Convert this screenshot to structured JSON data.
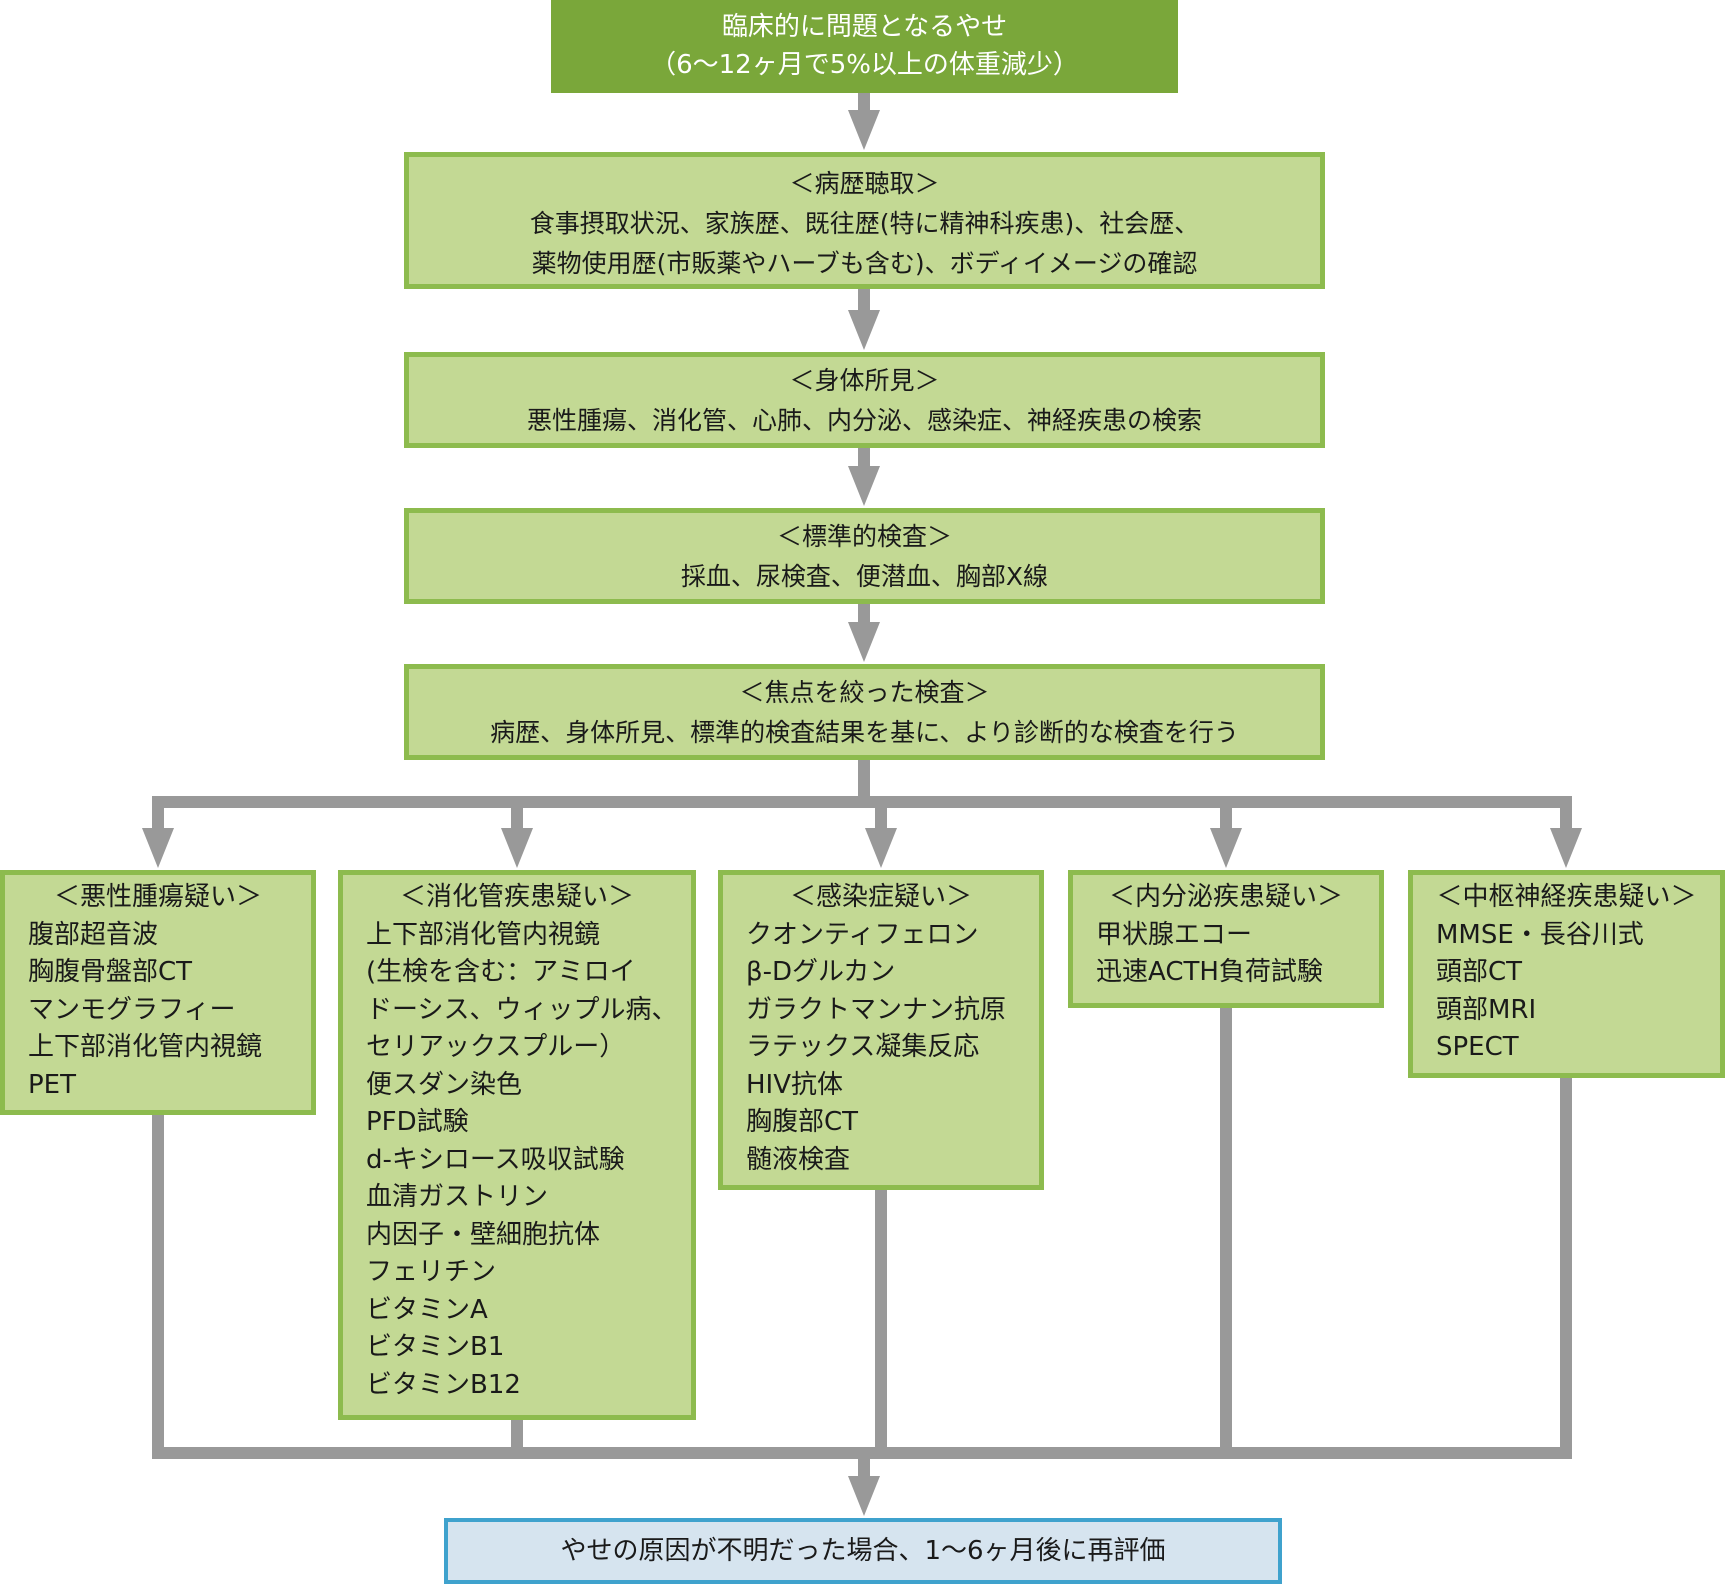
{
  "colors": {
    "start_fill": "#7aa73a",
    "step_fill": "#c3d994",
    "step_border": "#8dbb4e",
    "connector": "#999999",
    "final_fill": "#d6e4ef",
    "final_border": "#3fa2cd"
  },
  "start": {
    "line1": "臨床的に問題となるやせ",
    "line2": "（6〜12ヶ月で5%以上の体重減少）"
  },
  "steps": [
    {
      "title": "＜病歴聴取＞",
      "lines": [
        "食事摂取状況、家族歴、既往歴(特に精神科疾患)、社会歴、",
        "薬物使用歴(市販薬やハーブも含む)、ボディイメージの確認"
      ]
    },
    {
      "title": "＜身体所見＞",
      "lines": [
        "悪性腫瘍、消化管、心肺、内分泌、感染症、神経疾患の検索"
      ]
    },
    {
      "title": "＜標準的検査＞",
      "lines": [
        "採血、尿検査、便潜血、胸部X線"
      ]
    },
    {
      "title": "＜焦点を絞った検査＞",
      "lines": [
        "病歴、身体所見、標準的検査結果を基に、より診断的な検査を行う"
      ]
    }
  ],
  "branches": [
    {
      "title": "＜悪性腫瘍疑い＞",
      "items": [
        "腹部超音波",
        "胸腹骨盤部CT",
        "マンモグラフィー",
        "上下部消化管内視鏡",
        "PET"
      ]
    },
    {
      "title": "＜消化管疾患疑い＞",
      "items": [
        "上下部消化管内視鏡",
        "(生検を含む：アミロイ",
        "ドーシス、ウィップル病、",
        "セリアックスプルー）",
        "便スダン染色",
        "PFD試験",
        "d-キシロース吸収試験",
        "血清ガストリン",
        "内因子・壁細胞抗体",
        "フェリチン",
        "ビタミンA",
        "ビタミンB1",
        "ビタミンB12"
      ]
    },
    {
      "title": "＜感染症疑い＞",
      "items": [
        "クオンティフェロン",
        "β-Dグルカン",
        "ガラクトマンナン抗原",
        "ラテックス凝集反応",
        "HIV抗体",
        "胸腹部CT",
        "髄液検査"
      ]
    },
    {
      "title": "＜内分泌疾患疑い＞",
      "items": [
        "甲状腺エコー",
        "迅速ACTH負荷試験"
      ]
    },
    {
      "title": "＜中枢神経疾患疑い＞",
      "items": [
        "MMSE・長谷川式",
        "頭部CT",
        "頭部MRI",
        "SPECT"
      ]
    }
  ],
  "final": {
    "text": "やせの原因が不明だった場合、1〜6ヶ月後に再評価"
  }
}
